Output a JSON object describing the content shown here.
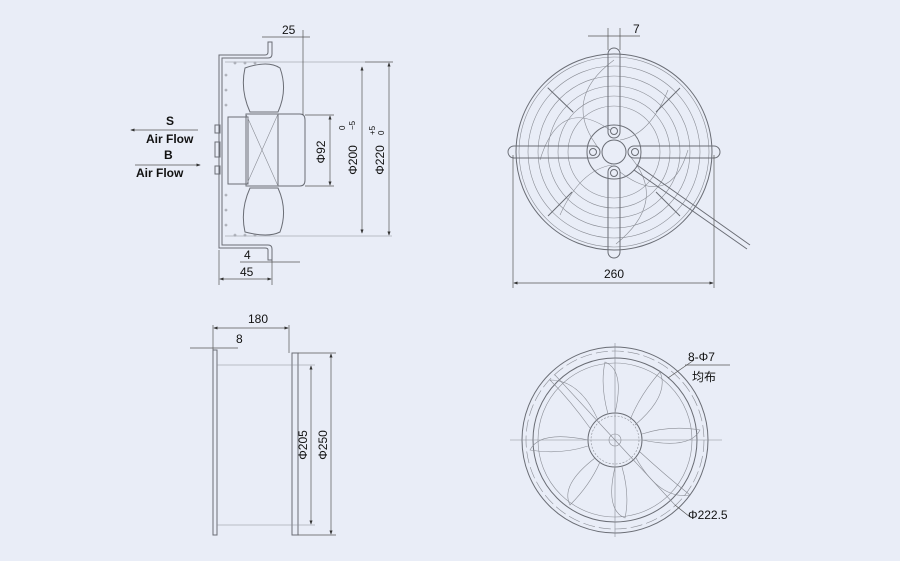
{
  "side_view": {
    "dim_top": "25",
    "dim_hub": "Φ92",
    "dim_inner": "Φ200",
    "dim_inner_tol_upper": "0",
    "dim_inner_tol_lower": "−5",
    "dim_outer": "Φ220",
    "dim_outer_tol_upper": "+5",
    "dim_outer_tol_lower": "0",
    "dim_flange": "4",
    "dim_depth": "45",
    "airflow_s_label": "S",
    "airflow_s_text": "Air Flow",
    "airflow_b_label": "B",
    "airflow_b_text": "Air Flow"
  },
  "front_guard_view": {
    "dim_bar": "7",
    "dim_width": "260"
  },
  "housing_side_view": {
    "dim_length": "180",
    "dim_flange": "8",
    "dim_inner": "Φ205",
    "dim_outer": "Φ250"
  },
  "housing_front_view": {
    "holes_label": "8-Φ7",
    "holes_note": "均布",
    "dim_pcd": "Φ222.5"
  },
  "colors": {
    "background": "#e9edf7",
    "line": "#6a6d75"
  }
}
